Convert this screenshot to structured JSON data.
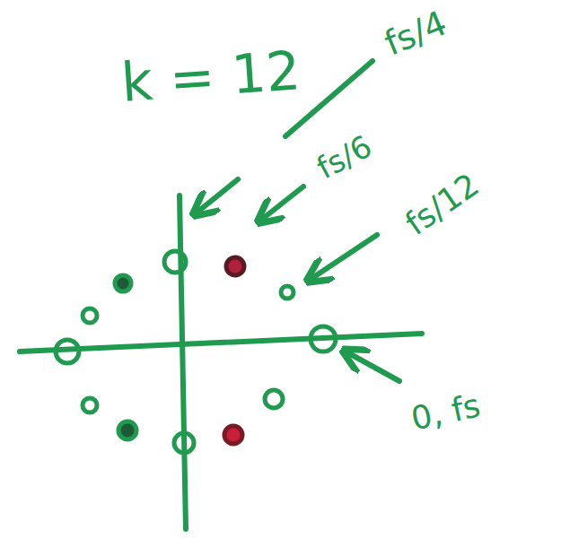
{
  "diagram": {
    "labels": [
      "k = 12",
      "fs/4",
      "fs/6",
      "fs/12",
      "0, fs"
    ]
  }
}
